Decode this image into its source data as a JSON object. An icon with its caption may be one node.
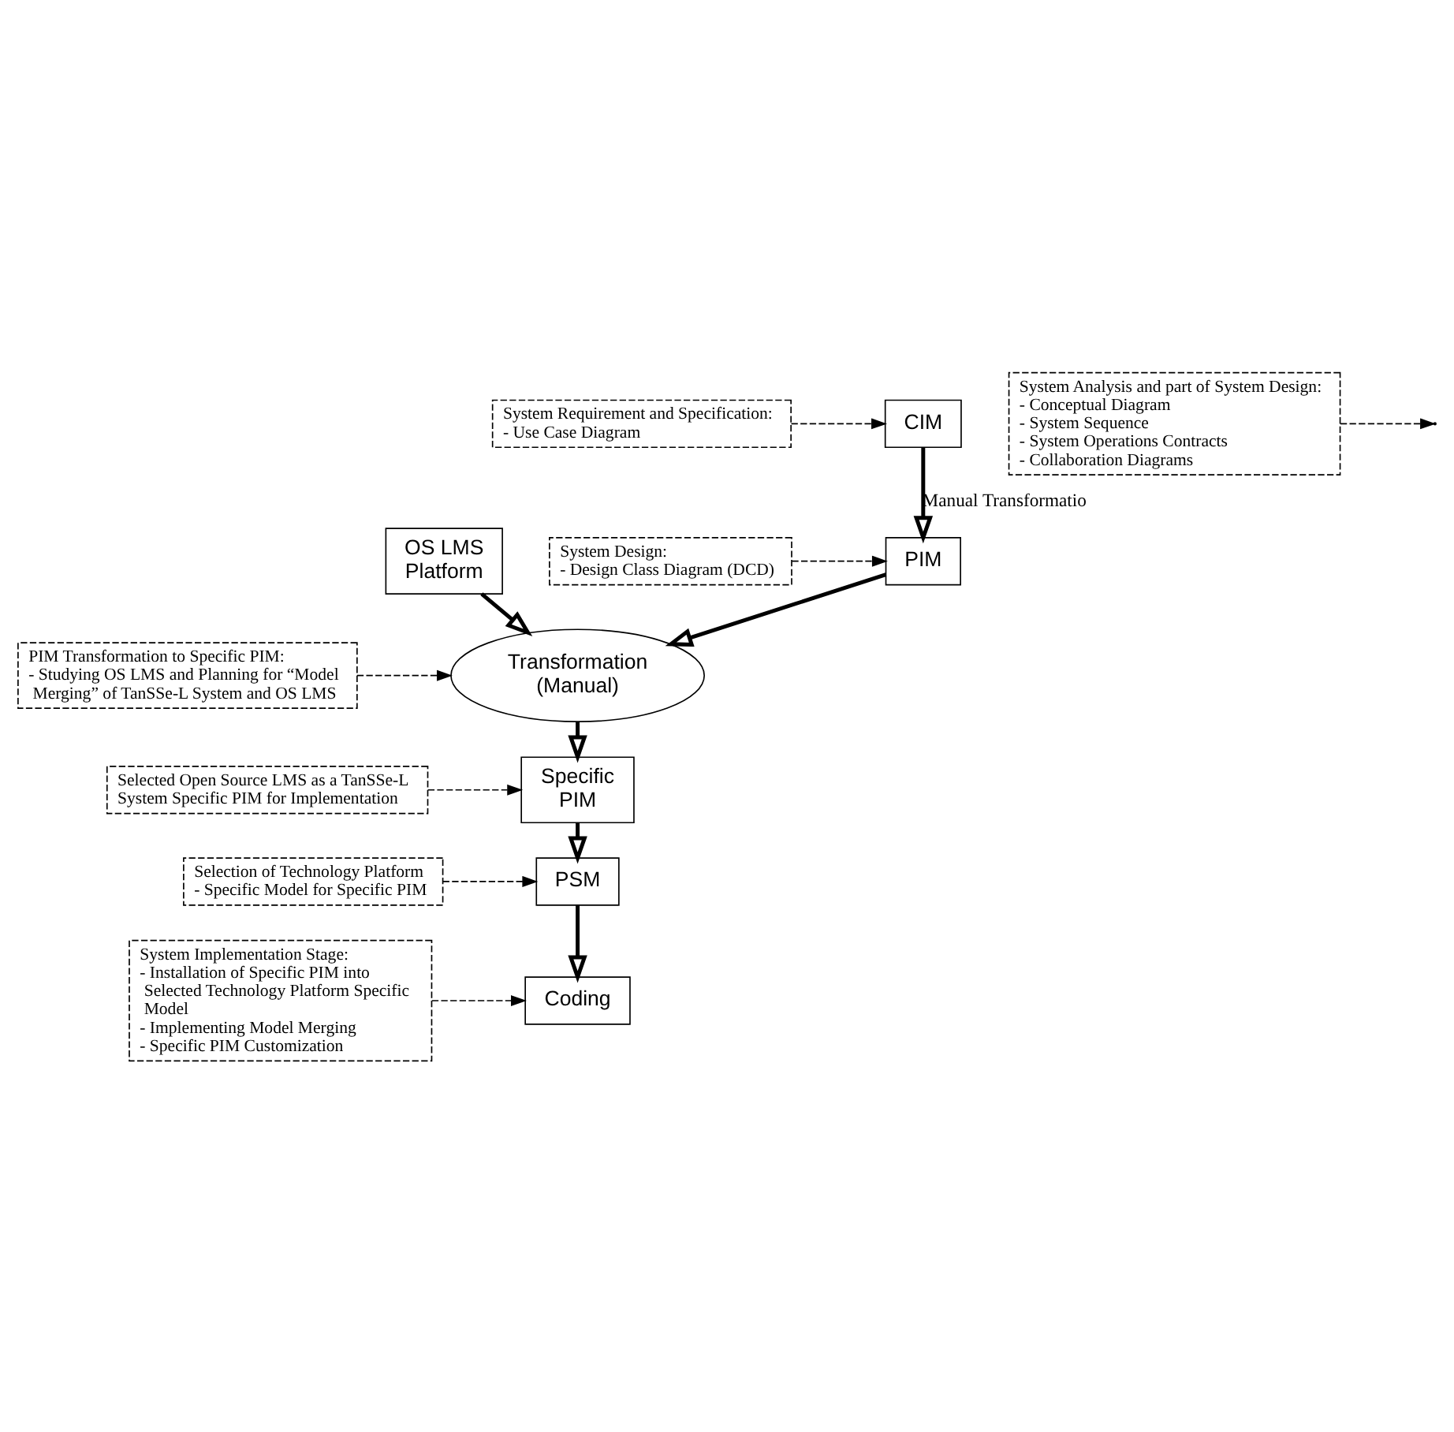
{
  "diagram": {
    "nodes": [
      {
        "text": [
          "System Requirement and Specification:",
          "- Use Case Diagram"
        ]
      },
      {
        "text": [
          "CIM"
        ]
      },
      {
        "text": [
          "System Analysis and part of System Design:",
          "- Conceptual Diagram",
          "- System Sequence",
          "- System Operations Contracts",
          "- Collaboration Diagrams"
        ]
      },
      {
        "text": [
          "PIM"
        ]
      },
      {
        "text": [
          "System Design:",
          "- Design Class Diagram (DCD)"
        ]
      },
      {
        "text": [
          "OS LMS Platform"
        ]
      },
      {
        "text": [
          "Transformation (Manual)"
        ]
      },
      {
        "text": [
          "PIM Transformation to Specific PIM:",
          "- Studying OS LMS and Planning for “Model Merging” of TanSSe-L System and OS LMS"
        ]
      },
      {
        "text": [
          "Selected Open Source LMS as a TanSSe-L System Specific PIM for Implementation"
        ]
      },
      {
        "text": [
          "Specific PIM"
        ]
      },
      {
        "text": [
          "Selection of Technology Platform",
          "- Specific Model for Specific PIM"
        ]
      },
      {
        "text": [
          "PSM"
        ]
      },
      {
        "text": [
          "System Implementation Stage:",
          "- Installation of Specific PIM into Selected Technology Platform Specific Model",
          "- Implementing Model Merging",
          "- Specific PIM Customization"
        ]
      },
      {
        "text": [
          "Coding"
        ]
      }
    ],
    "edges": [
      {
        "from": 0,
        "to": 1,
        "arrow": "to",
        "style": "dashed"
      },
      {
        "from": 1,
        "to": 3,
        "arrow": "to",
        "style": "thick",
        "label": "Manual Transformatio"
      },
      {
        "from": 2,
        "to": null,
        "arrow": "to",
        "style": "dashed"
      },
      {
        "from": 4,
        "to": 3,
        "arrow": "to",
        "style": "dashed"
      },
      {
        "from": 3,
        "to": 6,
        "arrow": "to",
        "style": "thick"
      },
      {
        "from": 5,
        "to": 6,
        "arrow": "to",
        "style": "thick"
      },
      {
        "from": 7,
        "to": 6,
        "arrow": "to",
        "style": "dashed"
      },
      {
        "from": 6,
        "to": 9,
        "arrow": "to",
        "style": "thick"
      },
      {
        "from": 8,
        "to": 9,
        "arrow": "to",
        "style": "dashed"
      },
      {
        "from": 9,
        "to": 11,
        "arrow": "to",
        "style": "thick"
      },
      {
        "from": 10,
        "to": 11,
        "arrow": "to",
        "style": "dashed"
      },
      {
        "from": 11,
        "to": 13,
        "arrow": "to",
        "style": "thick"
      },
      {
        "from": 12,
        "to": 13,
        "arrow": "to",
        "style": "dashed"
      }
    ]
  }
}
